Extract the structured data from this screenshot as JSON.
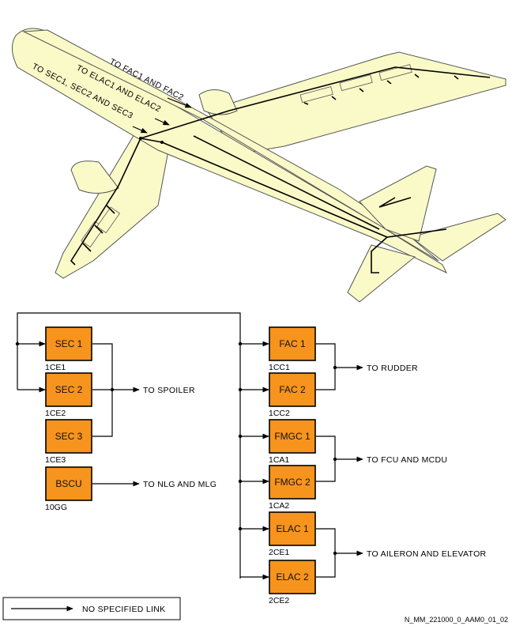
{
  "aircraft_routes": {
    "fac": "TO FAC1 AND FAC2",
    "elac": "TO ELAC1 AND ELAC2",
    "sec": "TO SEC1, SEC2 AND SEC3"
  },
  "computers": {
    "sec1": {
      "label": "SEC 1",
      "code": "1CE1"
    },
    "sec2": {
      "label": "SEC 2",
      "code": "1CE2"
    },
    "sec3": {
      "label": "SEC 3",
      "code": "1CE3"
    },
    "bscu": {
      "label": "BSCU",
      "code": "10GG"
    },
    "fac1": {
      "label": "FAC 1",
      "code": "1CC1"
    },
    "fac2": {
      "label": "FAC 2",
      "code": "1CC2"
    },
    "fmgc1": {
      "label": "FMGC 1",
      "code": "1CA1"
    },
    "fmgc2": {
      "label": "FMGC 2",
      "code": "1CA2"
    },
    "elac1": {
      "label": "ELAC 1",
      "code": "2CE1"
    },
    "elac2": {
      "label": "ELAC 2",
      "code": "2CE2"
    }
  },
  "destinations": {
    "spoiler": "TO SPOILER",
    "nlg_mlg": "TO NLG AND MLG",
    "rudder": "TO RUDDER",
    "fcu_mcdu": "TO FCU AND MCDU",
    "aileron_elevator": "TO AILERON AND ELEVATOR"
  },
  "legend": {
    "no_specified_link": "NO SPECIFIED LINK"
  },
  "figure_id": "N_MM_221000_0_AAM0_01_02",
  "colors": {
    "box_fill": "#f7941d",
    "aircraft_fill": "#fafac8"
  }
}
